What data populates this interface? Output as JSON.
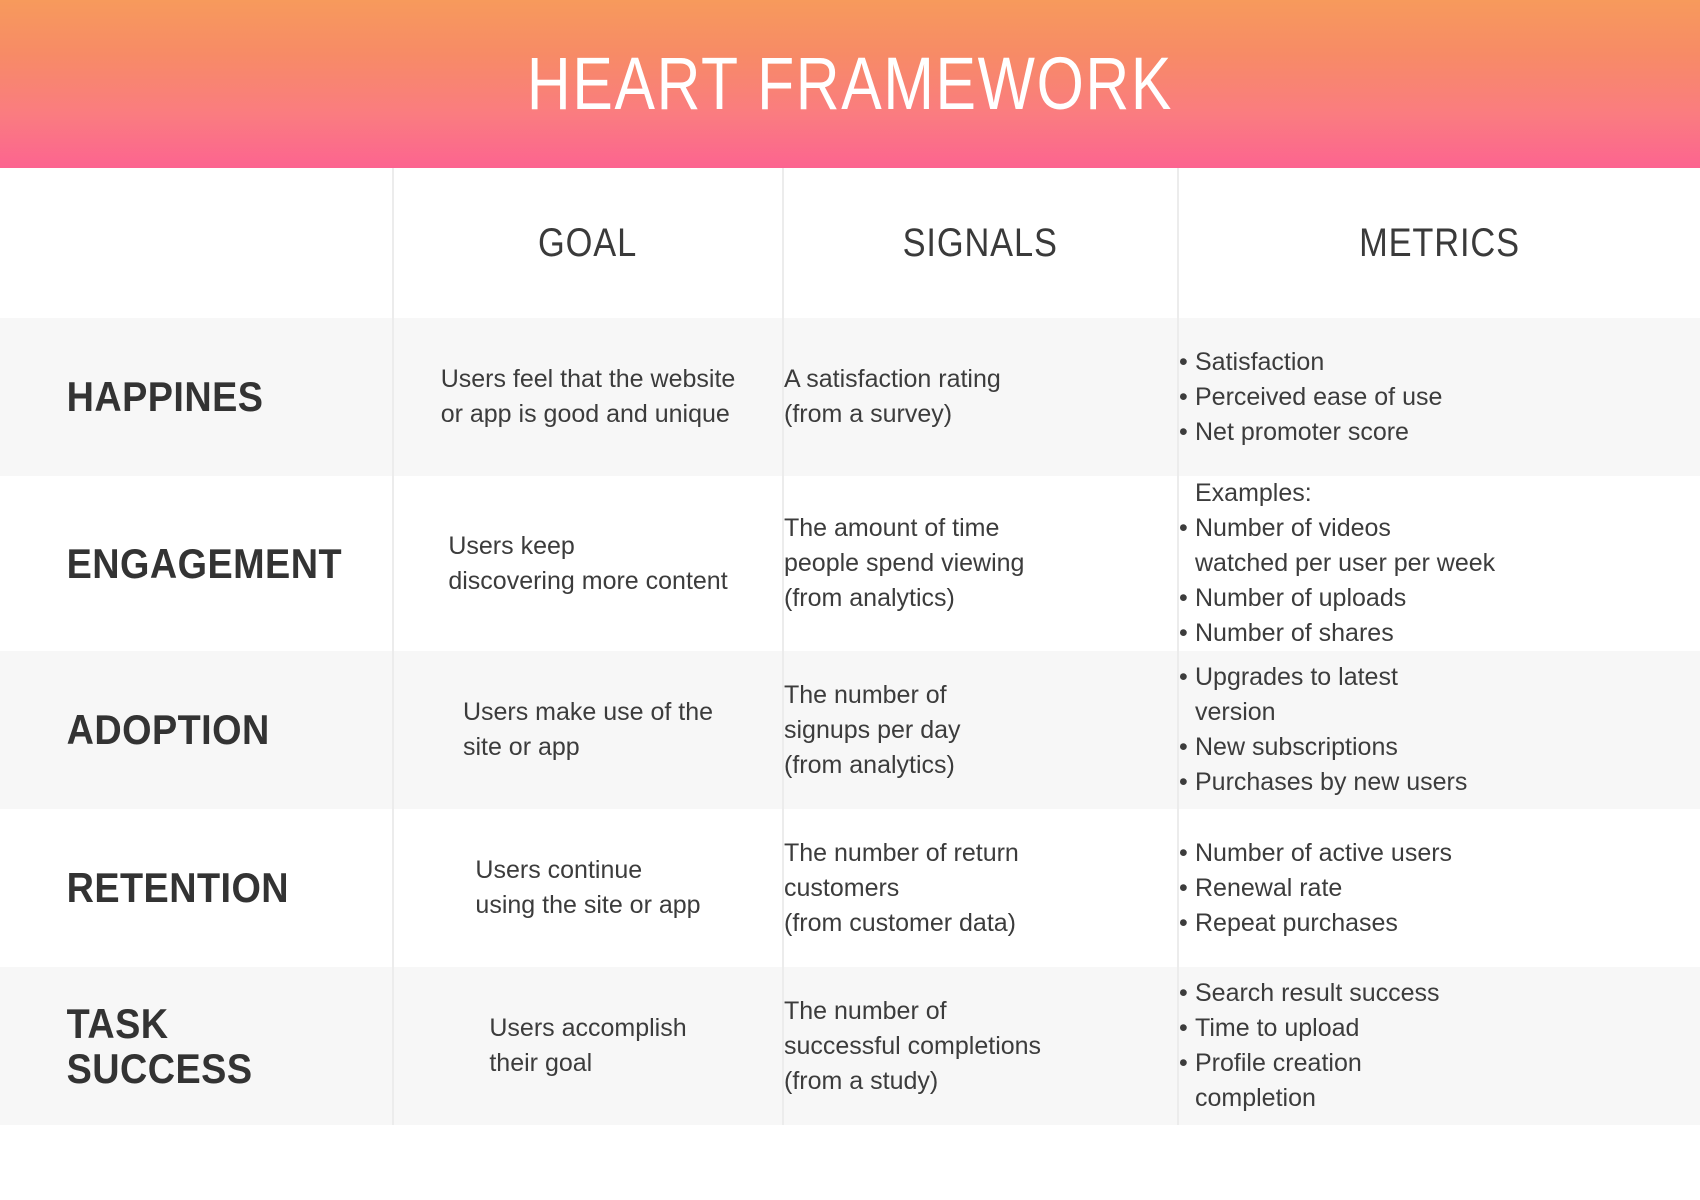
{
  "banner": {
    "title": "HEART FRAMEWORK",
    "gradient_from": "#F79A5C",
    "gradient_to": "#FC6490"
  },
  "table": {
    "columns": [
      {
        "key": "dimension",
        "label": ""
      },
      {
        "key": "goal",
        "label": "GOAL"
      },
      {
        "key": "signals",
        "label": "SIGNALS"
      },
      {
        "key": "metrics",
        "label": "METRICS"
      }
    ],
    "rows": [
      {
        "dimension": "HAPPINES",
        "goal": "Users feel that the website\nor app is good and unique",
        "signals": "A satisfaction rating\n(from a survey)",
        "metrics_intro": "",
        "metrics": [
          "Satisfaction",
          "Perceived ease of use",
          "Net promoter score"
        ]
      },
      {
        "dimension": "ENGAGEMENT",
        "goal": "Users keep\ndiscovering more content",
        "signals": "The amount of time\npeople spend viewing\n(from analytics)",
        "metrics_intro": "Examples:",
        "metrics": [
          "Number of videos\nwatched per user per week",
          "Number of uploads",
          "Number of shares"
        ]
      },
      {
        "dimension": "ADOPTION",
        "goal": "Users make use of the\nsite or app",
        "signals": "The number of\nsignups per day\n(from analytics)",
        "metrics_intro": "",
        "metrics": [
          "Upgrades to latest\nversion",
          "New subscriptions",
          "Purchases by new users"
        ]
      },
      {
        "dimension": "RETENTION",
        "goal": "Users continue\nusing the site or app",
        "signals": "The number of return\ncustomers\n(from customer data)",
        "metrics_intro": "",
        "metrics": [
          "Number of active users",
          "Renewal rate",
          "Repeat purchases"
        ]
      },
      {
        "dimension": "TASK\nSUCCESS",
        "goal": "Users accomplish\ntheir goal",
        "signals": "The number of\nsuccessful completions\n(from a study)",
        "metrics_intro": "",
        "metrics": [
          "Search result success",
          "Time to upload",
          "Profile creation\ncompletion"
        ]
      }
    ]
  }
}
